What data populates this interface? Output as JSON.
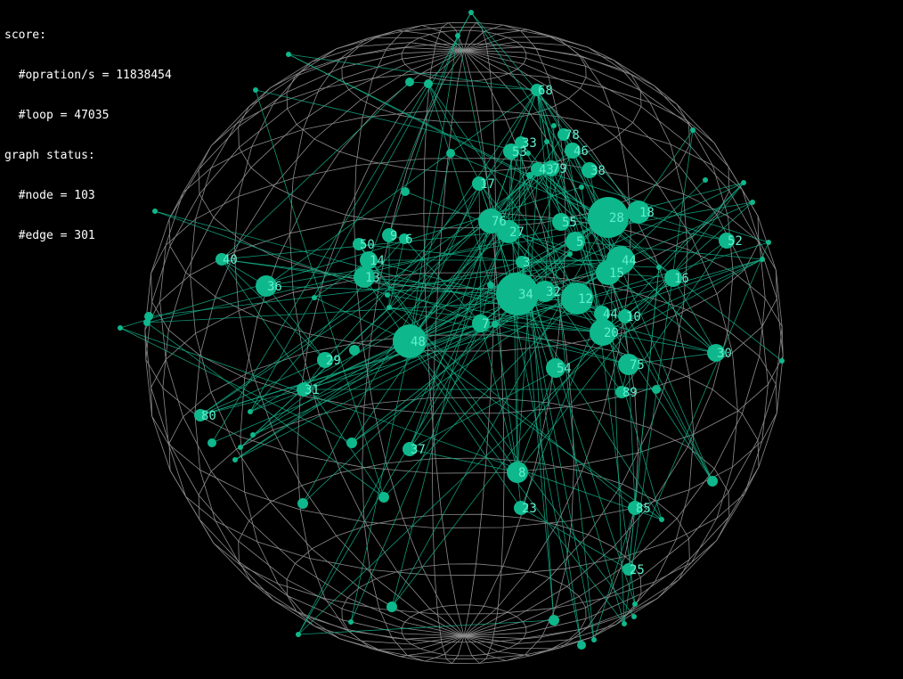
{
  "stats": {
    "score_heading": "score:",
    "ops_line": "  #opration/s = 11838454",
    "loop_line": "  #loop = 47035",
    "graph_heading": "graph status:",
    "node_line": "  #node = 103",
    "edge_line": "  #edge = 301"
  },
  "colors": {
    "background": "#000000",
    "wireframe": "#8a8a8a",
    "node": "#0fb88c",
    "edge": "#13b08a",
    "label": "#5ff0d0",
    "stats_text": "#ffffff"
  },
  "labeled_nodes": [
    {
      "label": "68"
    },
    {
      "label": "78"
    },
    {
      "label": "33"
    },
    {
      "label": "53"
    },
    {
      "label": "46"
    },
    {
      "label": "43"
    },
    {
      "label": "79"
    },
    {
      "label": "38"
    },
    {
      "label": "17"
    },
    {
      "label": "76"
    },
    {
      "label": "27"
    },
    {
      "label": "55"
    },
    {
      "label": "28"
    },
    {
      "label": "18"
    },
    {
      "label": "5"
    },
    {
      "label": "44"
    },
    {
      "label": "15"
    },
    {
      "label": "52"
    },
    {
      "label": "3"
    },
    {
      "label": "16"
    },
    {
      "label": "34"
    },
    {
      "label": "32"
    },
    {
      "label": "12"
    },
    {
      "label": "44"
    },
    {
      "label": "10"
    },
    {
      "label": "9"
    },
    {
      "label": "6"
    },
    {
      "label": "50"
    },
    {
      "label": "14"
    },
    {
      "label": "13"
    },
    {
      "label": "40"
    },
    {
      "label": "36"
    },
    {
      "label": "7"
    },
    {
      "label": "20"
    },
    {
      "label": "48"
    },
    {
      "label": "30"
    },
    {
      "label": "29"
    },
    {
      "label": "75"
    },
    {
      "label": "54"
    },
    {
      "label": "89"
    },
    {
      "label": "31"
    },
    {
      "label": "80"
    },
    {
      "label": "37"
    },
    {
      "label": "8"
    },
    {
      "label": "23"
    },
    {
      "label": "85"
    },
    {
      "label": "25"
    }
  ]
}
